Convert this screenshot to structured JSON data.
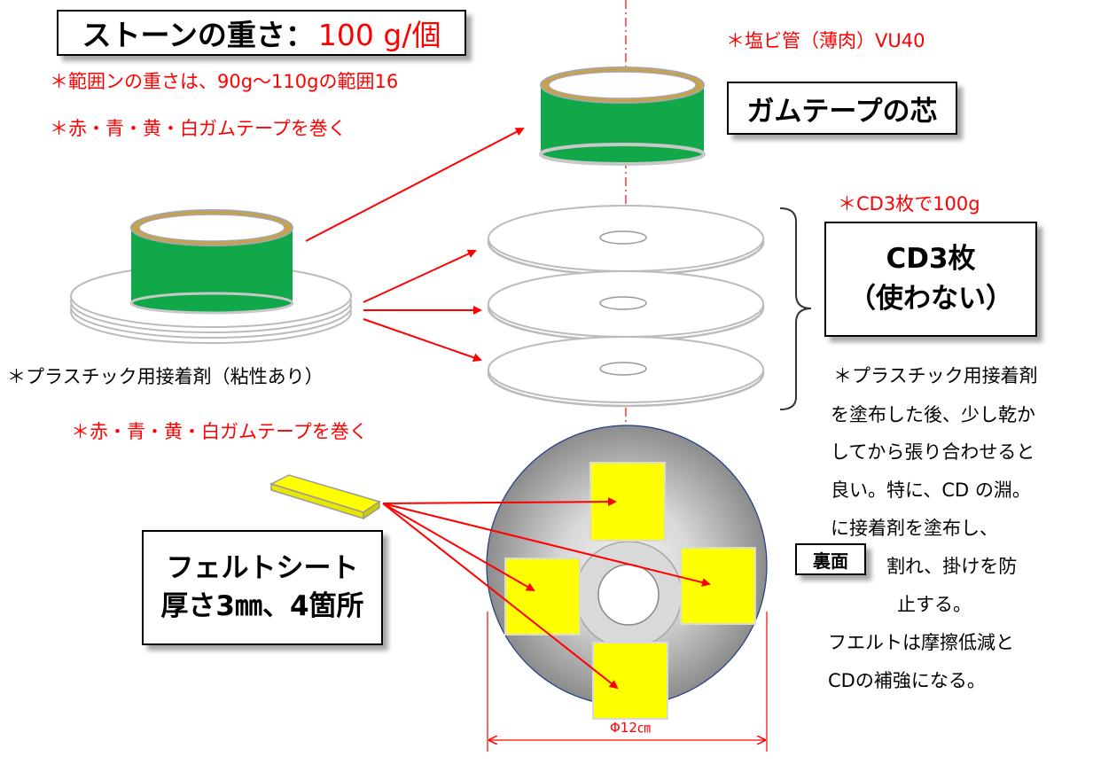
{
  "title": {
    "label": "ストーンの重さ：",
    "value": "100 g/個"
  },
  "notes_red": {
    "pipe": "＊塩ビ管（薄肉）VU40",
    "weight_range": "＊範囲ンの重さは、90g～110gの範囲16",
    "tape_wrap_top": "＊赤・青・黄・白ガムテープを巻く",
    "cd_weight": "＊CD3枚で100g",
    "tape_wrap_mid": "＊赤・青・黄・白ガムテープを巻く"
  },
  "notes_black": {
    "adhesive": "＊プラスチック用接着剤（粘性あり）",
    "instructions": [
      "＊プラスチック用接着剤",
      "を塗布した後、少し乾か",
      "してから張り合わせると",
      "良い。特に、CD の淵。",
      "に接着剤を塗布し、",
      "割れ、掛けを防",
      "止する。",
      "フエルトは摩擦低減と",
      "CDの補強になる。"
    ]
  },
  "labels": {
    "gum_core": "ガムテープの芯",
    "cd_title": "CD3枚",
    "cd_sub": "（使わない）",
    "felt_line1": "フェルトシート",
    "felt_line2": "厚さ3㎜、4箇所",
    "back_side": "裏面",
    "diameter": "Φ12㎝"
  },
  "colors": {
    "accent_red": "#ff0000",
    "tape_green": "#11a84a",
    "felt_yellow": "#ffff00",
    "cd_gray": "#a6a6a6",
    "tape_gold": "#c8a14a"
  }
}
